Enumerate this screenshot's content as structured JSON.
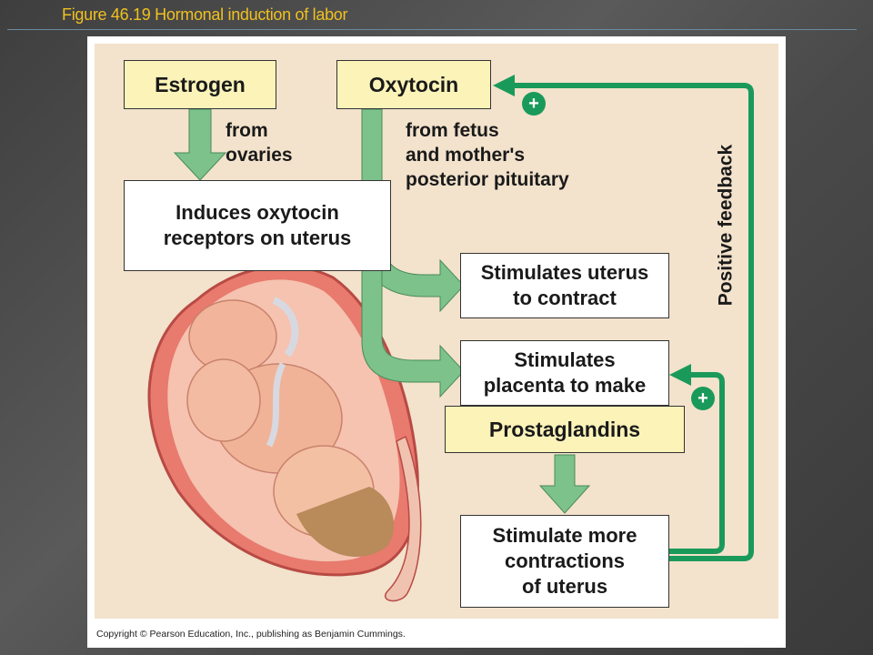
{
  "slide": {
    "title": "Figure 46.19  Hormonal induction of labor"
  },
  "figure": {
    "estrogen": "Estrogen",
    "oxytocin": "Oxytocin",
    "from_ovaries": [
      "from",
      "ovaries"
    ],
    "from_fetus": [
      "from fetus",
      "and mother's",
      "posterior pituitary"
    ],
    "induces": [
      "Induces oxytocin",
      "receptors on uterus"
    ],
    "stim_uterus": [
      "Stimulates uterus",
      "to contract"
    ],
    "stim_placenta": [
      "Stimulates",
      "placenta to make"
    ],
    "prostaglandins": "Prostaglandins",
    "stim_more": [
      "Stimulate more",
      "contractions",
      "of uterus"
    ],
    "positive_feedback": "Positive feedback",
    "plus_sign": "+",
    "copyright": "Copyright © Pearson Education, Inc., publishing as Benjamin Cummings."
  },
  "colors": {
    "title": "#f0c020",
    "panel": "#f3e2cc",
    "arrow_green": "#7cc28a",
    "feedback_green": "#1a9a5a",
    "yellow_box": "#fbf3b8"
  }
}
